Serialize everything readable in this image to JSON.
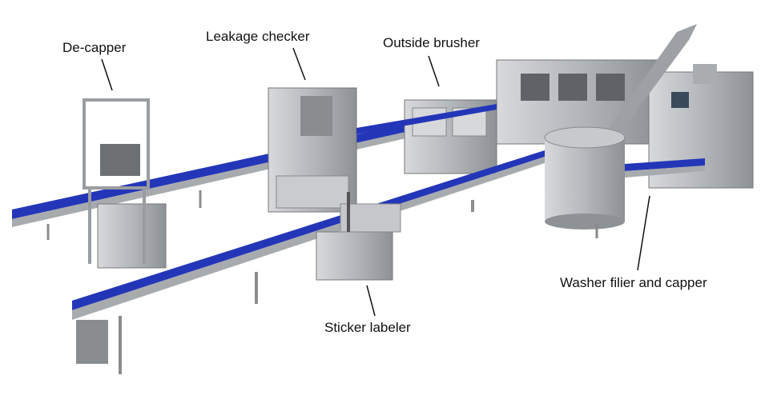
{
  "labels": {
    "decapper": "De-capper",
    "leakage_checker": "Leakage checker",
    "outside_brusher": "Outside brusher",
    "washer": "Washer filier and capper",
    "sticker_labeler": "Sticker labeler"
  },
  "colors": {
    "conveyor": "#2436b8",
    "steel": "#b9bcc0",
    "steel_dark": "#7d8084"
  }
}
